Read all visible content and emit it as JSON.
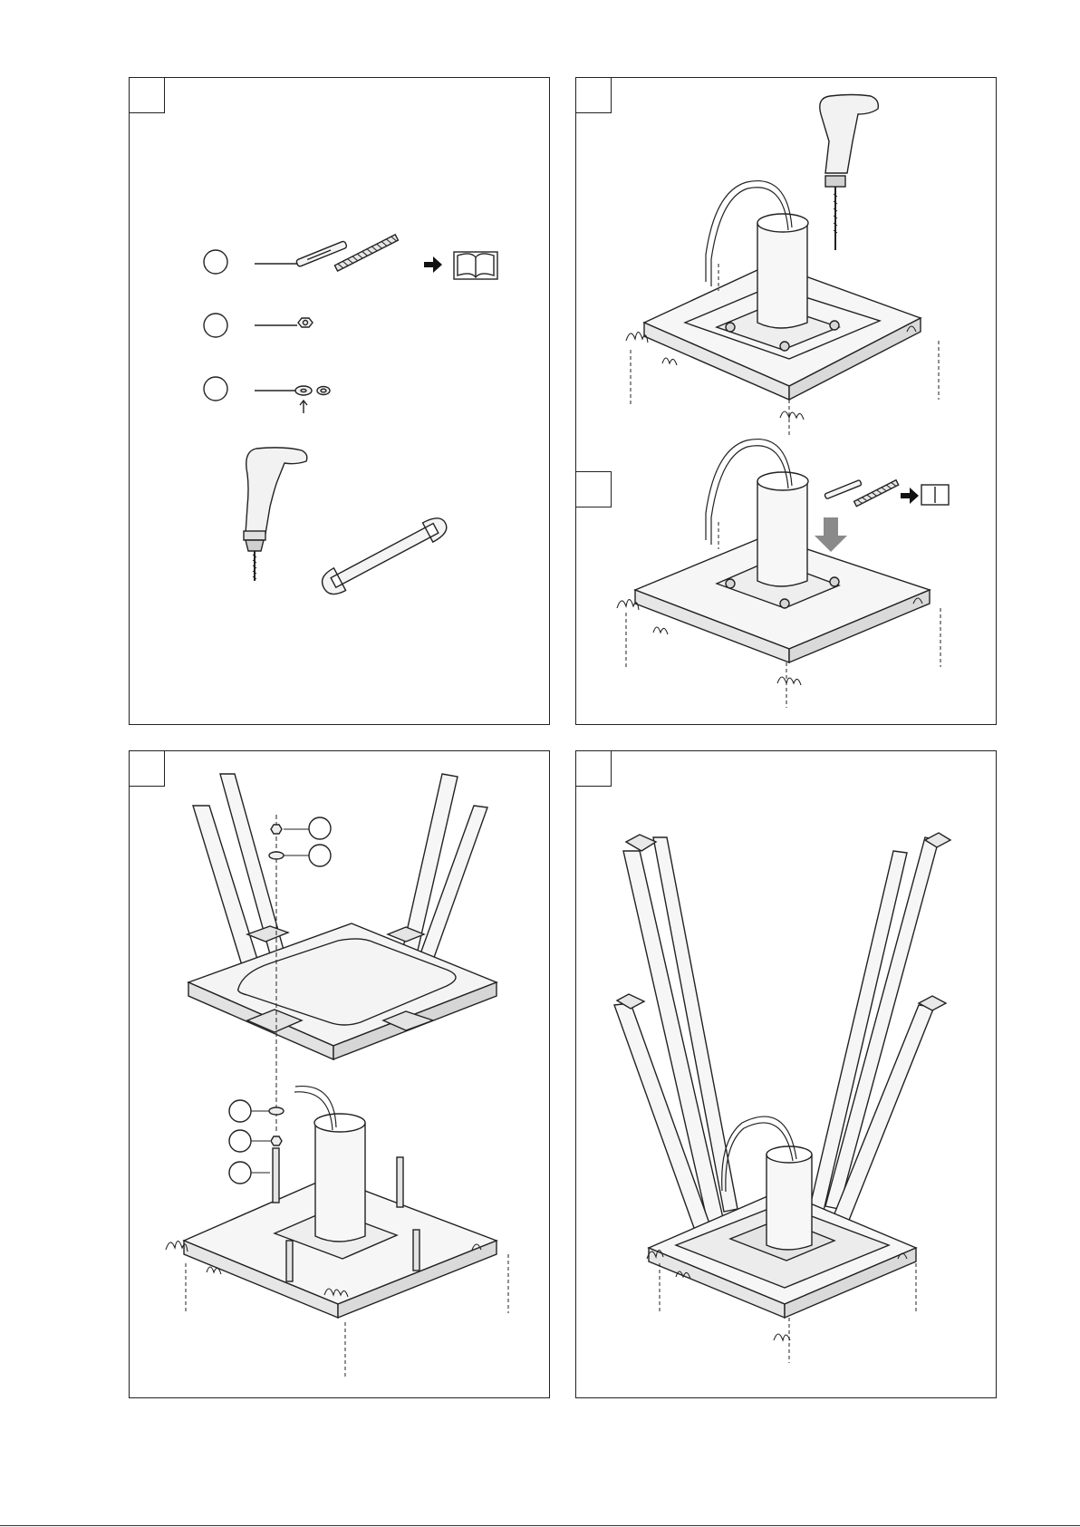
{
  "document": {
    "type": "assembly-instructions",
    "panels": [
      {
        "id": "tools-and-parts",
        "step_label": ""
      },
      {
        "id": "drill-holes",
        "step_label": ""
      },
      {
        "id": "insert-anchors",
        "step_label": ""
      },
      {
        "id": "mount-base",
        "step_label": ""
      },
      {
        "id": "attach-legs",
        "step_label": ""
      }
    ],
    "icons": [
      "book-icon",
      "arrow-icon",
      "drill-icon",
      "wrench-icon",
      "bolt-icon",
      "nut-icon",
      "washer-icon",
      "pole-icon",
      "cable-icon",
      "grass-icon"
    ],
    "colors": {
      "line": "#222222",
      "fill": "#f4f4f4",
      "shade": "#d8d8d8",
      "arrow-gray": "#8a8a8a"
    }
  }
}
